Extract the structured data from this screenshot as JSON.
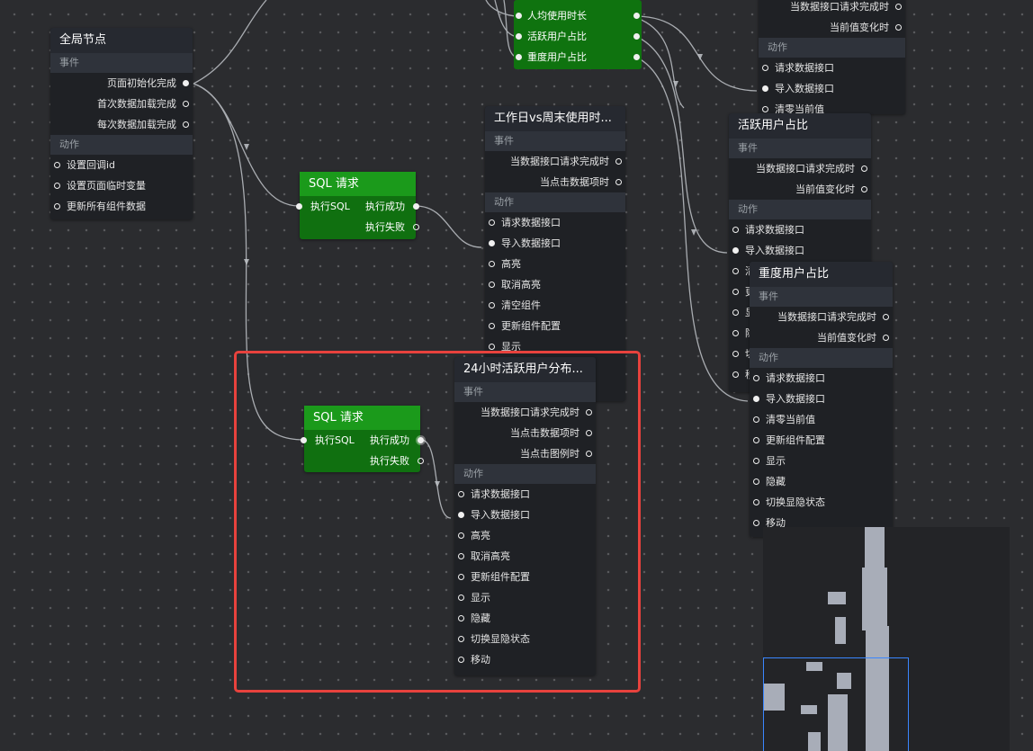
{
  "global_node": {
    "title": "全局节点",
    "events_label": "事件",
    "events": [
      "页面初始化完成",
      "首次数据加载完成",
      "每次数据加载完成"
    ],
    "actions_label": "动作",
    "actions": [
      "设置回调id",
      "设置页面临时变量",
      "更新所有组件数据"
    ]
  },
  "top_green_node": {
    "outputs": [
      "人均使用时长",
      "活跃用户占比",
      "重度用户占比"
    ]
  },
  "sql_node_1": {
    "title": "SQL 请求",
    "input": "执行SQL",
    "success": "执行成功",
    "fail": "执行失败"
  },
  "sql_node_2": {
    "title": "SQL 请求",
    "input": "执行SQL",
    "success": "执行成功",
    "fail": "执行失败"
  },
  "weekday_node": {
    "title": "工作日vs周末使用时...",
    "events_label": "事件",
    "events": [
      "当数据接口请求完成时",
      "当点击数据项时"
    ],
    "actions_label": "动作",
    "actions": [
      "请求数据接口",
      "导入数据接口",
      "高亮",
      "取消高亮",
      "清空组件",
      "更新组件配置",
      "显示"
    ]
  },
  "hourly_node": {
    "title": "24小时活跃用户分布...",
    "events_label": "事件",
    "events": [
      "当数据接口请求完成时",
      "当点击数据项时",
      "当点击图例时"
    ],
    "actions_label": "动作",
    "actions": [
      "请求数据接口",
      "导入数据接口",
      "高亮",
      "取消高亮",
      "更新组件配置",
      "显示",
      "隐藏",
      "切换显隐状态",
      "移动"
    ]
  },
  "top_right_node": {
    "events": [
      "当数据接口请求完成时",
      "当前值变化时"
    ],
    "actions_label": "动作",
    "actions": [
      "请求数据接口",
      "导入数据接口",
      "清零当前值"
    ]
  },
  "active_node": {
    "title": "活跃用户占比",
    "events_label": "事件",
    "events": [
      "当数据接口请求完成时",
      "当前值变化时"
    ],
    "actions_label": "动作",
    "actions": [
      "请求数据接口",
      "导入数据接口",
      "清",
      "更",
      "显",
      "隐",
      "切",
      "移"
    ]
  },
  "heavy_node": {
    "title": "重度用户占比",
    "events_label": "事件",
    "events": [
      "当数据接口请求完成时",
      "当前值变化时"
    ],
    "actions_label": "动作",
    "actions": [
      "请求数据接口",
      "导入数据接口",
      "清零当前值",
      "更新组件配置",
      "显示",
      "隐藏",
      "切换显隐状态",
      "移动"
    ]
  }
}
